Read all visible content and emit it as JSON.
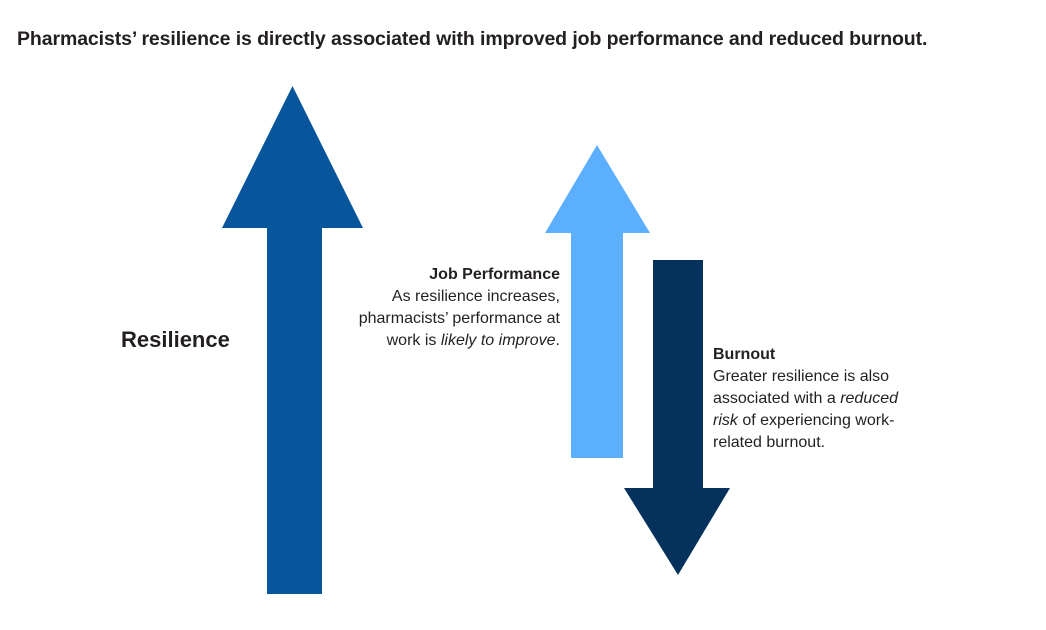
{
  "figure": {
    "title": "Pharmacists’ resilience is directly associated with improved job performance and reduced burnout.",
    "background_color": "#ffffff",
    "text_color": "#231f20"
  },
  "colors": {
    "resilience_arrow": "#07559B",
    "job_performance_arrow": "#5BAFFC",
    "burnout_arrow": "#04325D"
  },
  "resilience": {
    "label": "Resilience",
    "arrow_direction": "up",
    "arrow_color": "#07559B"
  },
  "callouts": [
    {
      "id": "job-performance",
      "heading": "Job Performance",
      "body_parts": [
        {
          "text": "As resilience increases, pharmacists’ performance at work is ",
          "italic": false
        },
        {
          "text": "likely to improve",
          "italic": true
        },
        {
          "text": ".",
          "italic": false
        }
      ],
      "body_plain": "As resilience increases, pharmacists’ performance at work is likely to improve.",
      "arrow_direction": "up",
      "arrow_color": "#5BAFFC",
      "align": "right"
    },
    {
      "id": "burnout",
      "heading": "Burnout",
      "body_parts": [
        {
          "text": "Greater resilience is also associated with a ",
          "italic": false
        },
        {
          "text": "reduced risk",
          "italic": true
        },
        {
          "text": " of experiencing work-related burnout.",
          "italic": false
        }
      ],
      "body_plain": "Greater resilience is also associated with a reduced risk of experiencing work-related burnout.",
      "arrow_direction": "down",
      "arrow_color": "#04325D",
      "align": "left"
    }
  ]
}
